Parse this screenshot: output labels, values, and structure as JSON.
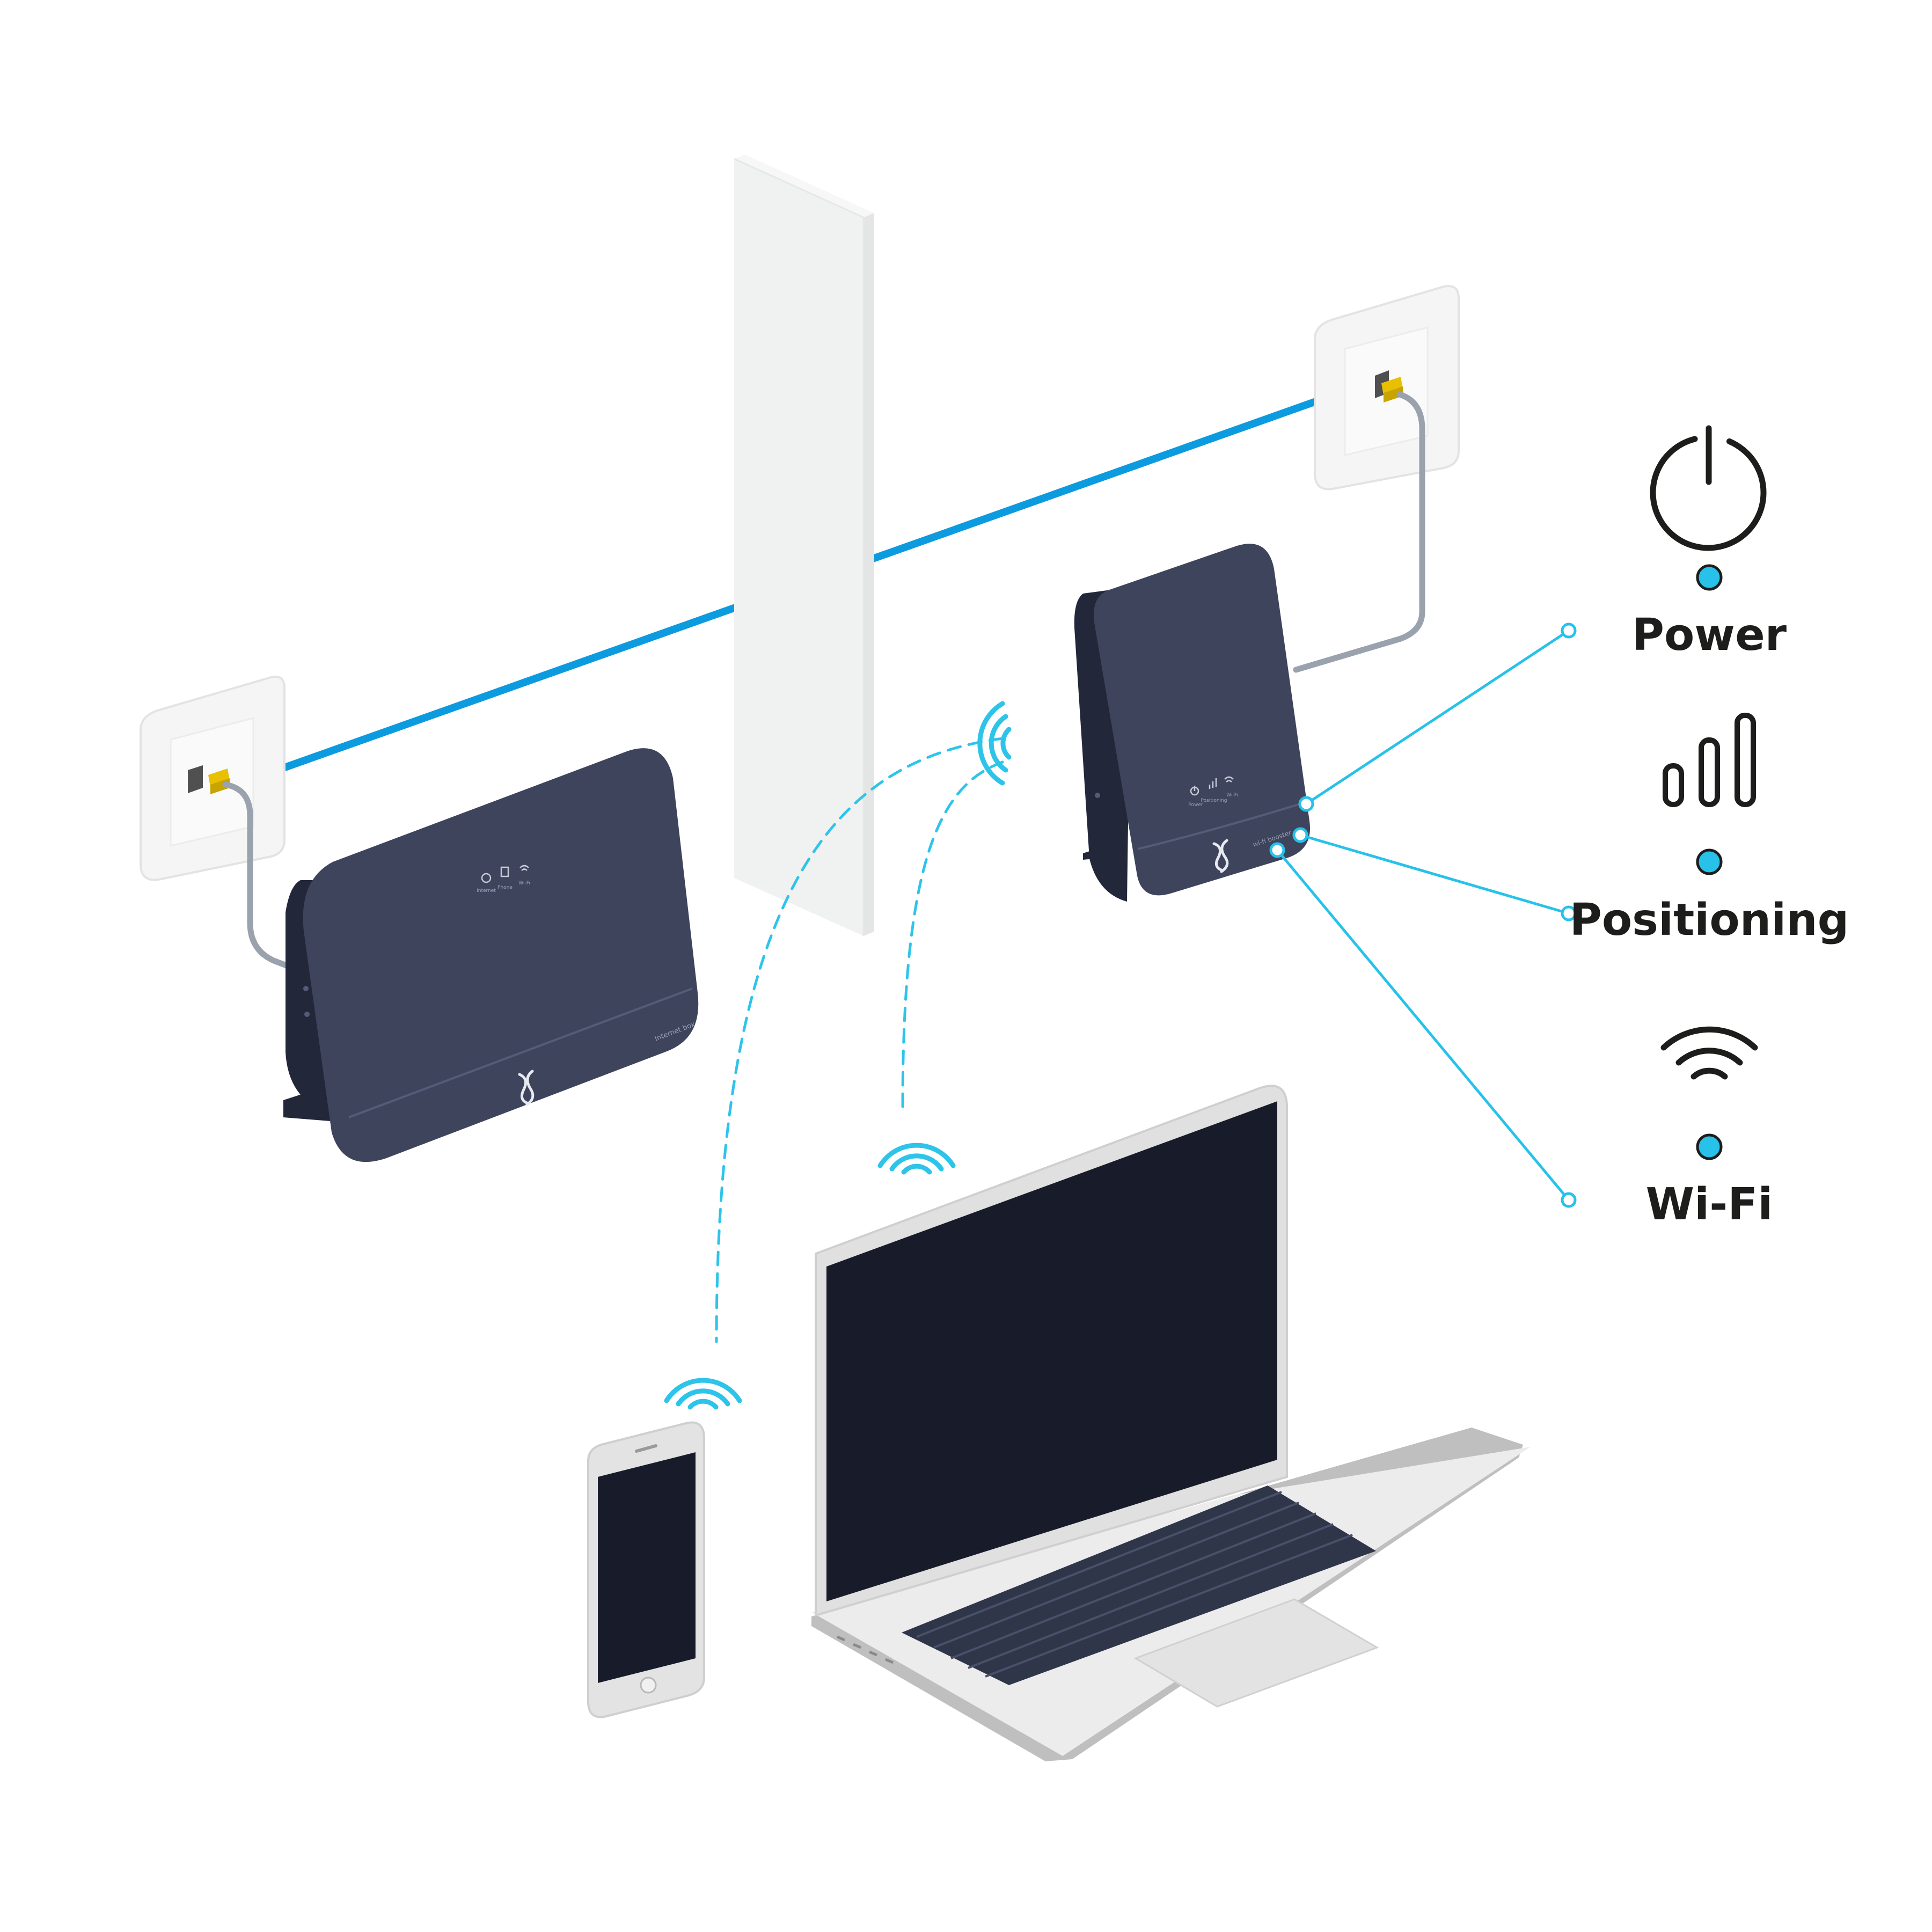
{
  "legend": {
    "items": [
      {
        "id": "power",
        "label": "Power",
        "icon": "power-icon"
      },
      {
        "id": "positioning",
        "label": "Positioning",
        "icon": "signal-bars-icon"
      },
      {
        "id": "wifi",
        "label": "Wi-Fi",
        "icon": "wifi-icon"
      }
    ],
    "indicator_color": "#27c1e9"
  },
  "internet_box": {
    "name": "Internet box",
    "leds": [
      "Internet",
      "Phone",
      "Wi-Fi"
    ]
  },
  "booster": {
    "name": "wi-fi booster",
    "leds": [
      "Power",
      "Positioning",
      "Wi-Fi"
    ]
  },
  "colors": {
    "device_body": "#3e445c",
    "device_dark": "#23273a",
    "ethernet_cable": "#0d9be0",
    "connector_line": "#27c1e9",
    "wifi_signal": "#2ec4ea",
    "wall": "#f0f1f1",
    "laptop_body": "#e0e0e0",
    "screen": "#181b29",
    "plug": "#e8c000"
  }
}
